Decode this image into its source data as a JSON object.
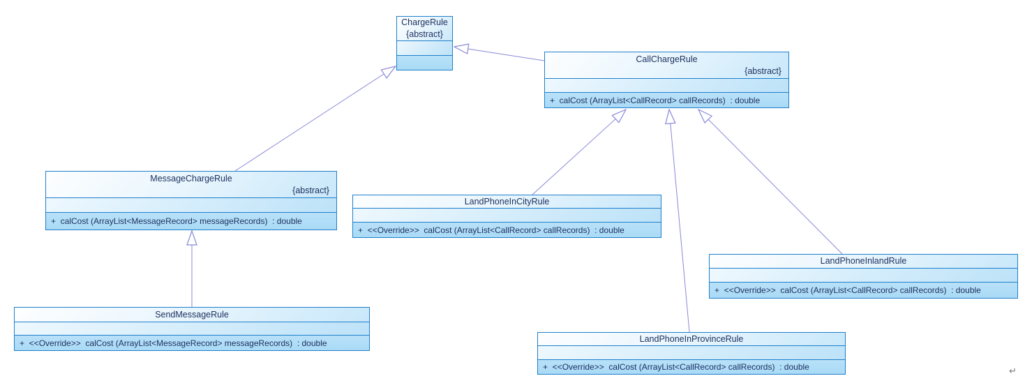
{
  "diagram": {
    "type": "uml-class-diagram",
    "background": "#ffffff"
  },
  "colors": {
    "box_border": "#1e7fcb",
    "title_gradient_top": "#fdfeff",
    "title_gradient_bottom": "#c9e8fa",
    "attributes_gradient_top": "#eef8fe",
    "attributes_gradient_bottom": "#bde2f8",
    "methods_fill_top": "#b9e1f8",
    "methods_fill_bottom": "#a9daf6",
    "connector": "#8787d8",
    "text": "#1b2f5e",
    "return_mark_color": "#7a7a7a"
  },
  "classes": [
    {
      "name": "ChargeRule",
      "stereotype": "{abstract}",
      "attributes": [],
      "method": ""
    },
    {
      "name": "CallChargeRule",
      "stereotype": "{abstract}",
      "attributes": [],
      "method": "+  calCost (ArrayList<CallRecord> callRecords)  : double"
    },
    {
      "name": "MessageChargeRule",
      "stereotype": "{abstract}",
      "attributes": [],
      "method": "+  calCost (ArrayList<MessageRecord> messageRecords)  : double"
    },
    {
      "name": "LandPhoneInCityRule",
      "stereotype": "",
      "attributes": [],
      "method": "+  <<Override>>  calCost (ArrayList<CallRecord> callRecords)  : double"
    },
    {
      "name": "LandPhoneInlandRule",
      "stereotype": "",
      "attributes": [],
      "method": "+  <<Override>>  calCost (ArrayList<CallRecord> callRecords)  : double"
    },
    {
      "name": "SendMessageRule",
      "stereotype": "",
      "attributes": [],
      "method": "+  <<Override>>  calCost (ArrayList<MessageRecord> messageRecords)  : double"
    },
    {
      "name": "LandPhoneInProvinceRule",
      "stereotype": "",
      "attributes": [],
      "method": "+  <<Override>>  calCost (ArrayList<CallRecord> callRecords)  : double"
    }
  ],
  "relationships": [
    {
      "type": "inheritance",
      "from": "CallChargeRule",
      "to": "ChargeRule"
    },
    {
      "type": "inheritance",
      "from": "MessageChargeRule",
      "to": "ChargeRule"
    },
    {
      "type": "inheritance",
      "from": "SendMessageRule",
      "to": "MessageChargeRule"
    },
    {
      "type": "inheritance",
      "from": "LandPhoneInCityRule",
      "to": "CallChargeRule"
    },
    {
      "type": "inheritance",
      "from": "LandPhoneInProvinceRule",
      "to": "CallChargeRule"
    },
    {
      "type": "inheritance",
      "from": "LandPhoneInlandRule",
      "to": "CallChargeRule"
    }
  ],
  "return_mark": "↵"
}
